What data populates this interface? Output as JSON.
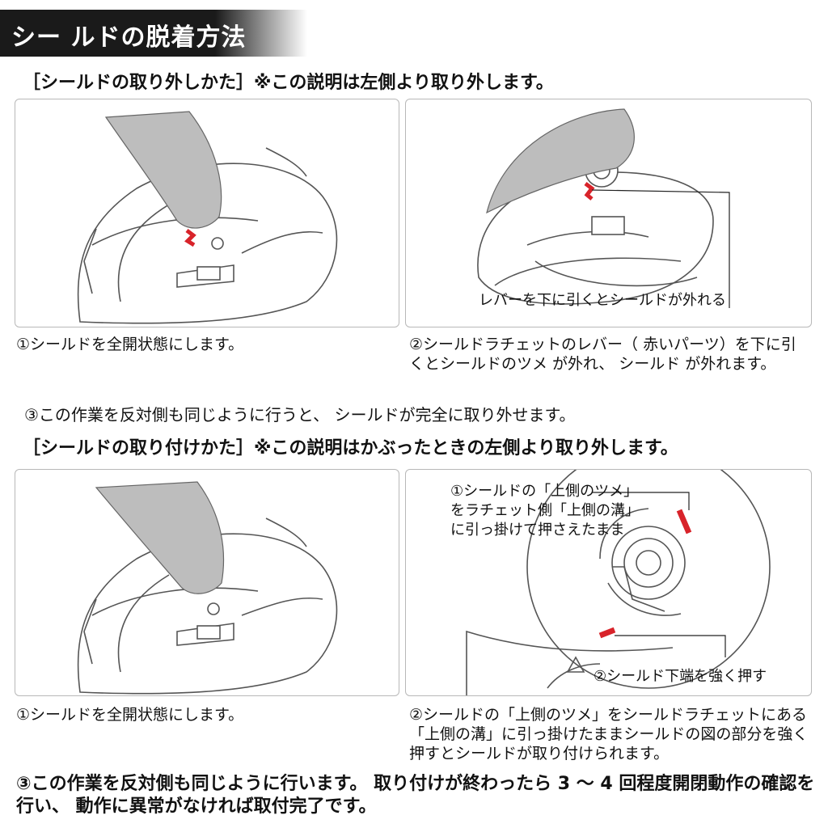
{
  "banner": {
    "title": "シー ルドの脱着方法"
  },
  "removal": {
    "heading": "［シールドの取り外しかた］※この説明は左側より取り外します。",
    "step1": "①シールドを全開状態にします。",
    "step2_label": "レバーを下に引くとシールドが外れる",
    "step2": "②シールドラチェットのレバー（ 赤いパーツ）を下に引くとシールドのツメ が外れ、 シールド が外れます。",
    "step3": "③この作業を反対側も同じように行うと、 シールドが完全に取り外せます。"
  },
  "installation": {
    "heading": "［シールドの取り付けかた］※この説明はかぶったときの左側より取り外します。",
    "step1": "①シールドを全開状態にします。",
    "label_top_line1": "①シールドの「上側のツメ」",
    "label_top_line2": "をラチェット側「上側の溝」",
    "label_top_line3": "に引っ掛けて押さえたまま",
    "label_bottom": "②シールド下端を強く押す",
    "step2": "②シールドの「上側のツメ」をシールドラチェットにある「上側の溝」に引っ掛けたままシールドの図の部分を強く押すとシールドが取り付けられます。",
    "step3": "③この作業を反対側も同じように行います。 取り付けが終わったら 3 ～ 4 回程度開閉動作の確認を行い、 動作に異常がなければ取付完了です。"
  },
  "colors": {
    "accent_red": "#d8232a",
    "shield_gray": "#bdbdbd",
    "banner_bg": "#1a1a1a"
  },
  "icons": {
    "helmet": "helmet-illustration",
    "ratchet": "ratchet-illustration"
  }
}
